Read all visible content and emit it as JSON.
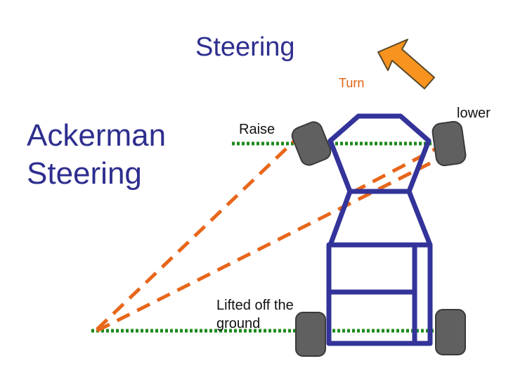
{
  "title": "Steering",
  "subtitle": "Ackerman Steering",
  "labels": {
    "turn": "Turn",
    "lower": "lower",
    "raise": "Raise",
    "lifted": "Lifted off the ground"
  },
  "colors": {
    "title_text": "#2e2e8f",
    "frame": "#33339a",
    "wheel": "#606060",
    "ground_line": "#1a8a1a",
    "sight_line": "#e8661a",
    "arrow": "#f7931e"
  },
  "icons": {
    "turn_arrow": "arrow-up-left-icon"
  }
}
